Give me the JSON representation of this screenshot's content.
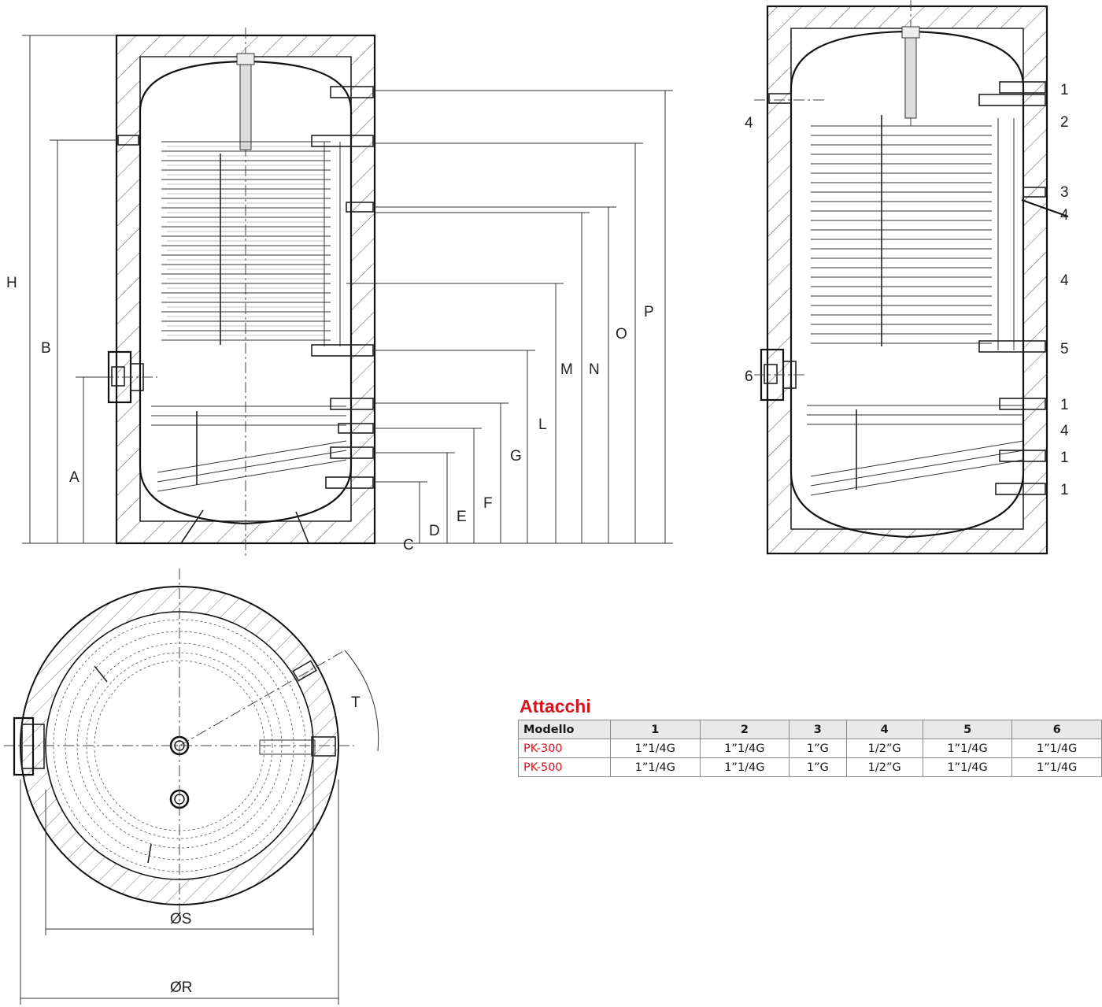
{
  "diagram": {
    "dimension_labels": {
      "H": "H",
      "B": "B",
      "A": "A",
      "C": "C",
      "D": "D",
      "E": "E",
      "F": "F",
      "G": "G",
      "L": "L",
      "M": "M",
      "N": "N",
      "O": "O",
      "P": "P"
    },
    "plan_labels": {
      "diam_S": "ØS",
      "diam_R": "ØR",
      "angle_T": "T"
    },
    "port_labels": {
      "left_upper": "4",
      "left_flange": "6",
      "right": [
        "1",
        "2",
        "3",
        "4",
        "4",
        "5",
        "1",
        "4",
        "1",
        "1"
      ]
    }
  },
  "table": {
    "title": "Attacchi",
    "header": [
      "Modello",
      "1",
      "2",
      "3",
      "4",
      "5",
      "6"
    ],
    "rows": [
      [
        "PK-300",
        "1”1/4G",
        "1”1/4G",
        "1”G",
        "1/2”G",
        "1”1/4G",
        "1”1/4G"
      ],
      [
        "PK-500",
        "1”1/4G",
        "1”1/4G",
        "1”G",
        "1/2”G",
        "1”1/4G",
        "1”1/4G"
      ]
    ]
  }
}
